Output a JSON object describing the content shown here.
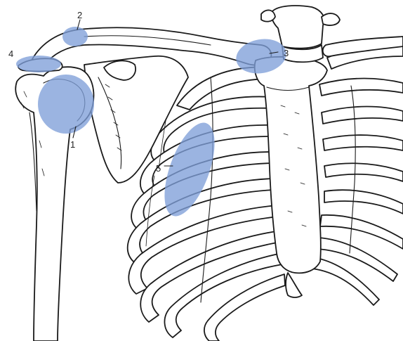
{
  "colors": {
    "highlight": "#7f9fd8",
    "line": "#1a1a1a",
    "background": "#ffffff"
  },
  "labels": [
    {
      "id": "1",
      "text": "1"
    },
    {
      "id": "2",
      "text": "2"
    },
    {
      "id": "3",
      "text": "3"
    },
    {
      "id": "4",
      "text": "4"
    },
    {
      "id": "5",
      "text": "5"
    }
  ]
}
